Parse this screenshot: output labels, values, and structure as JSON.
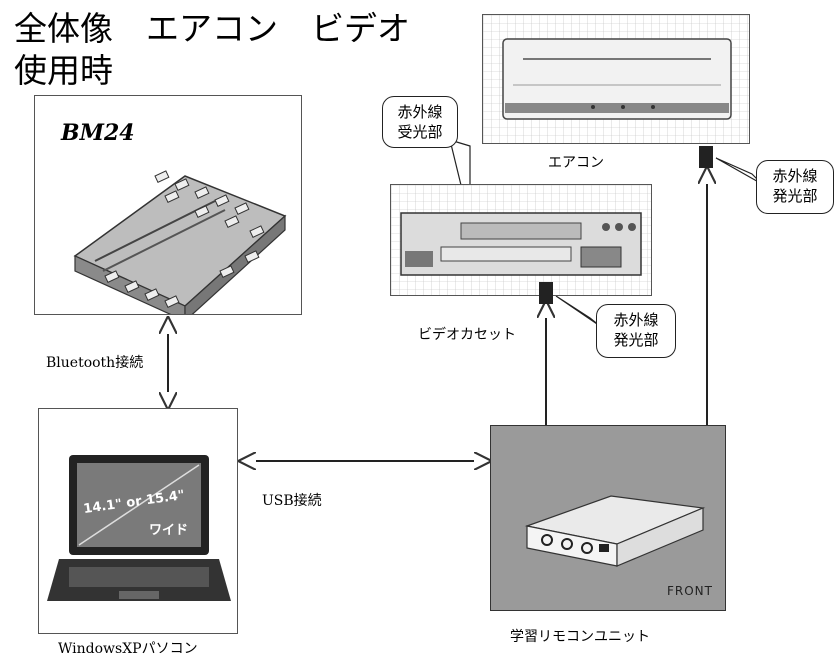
{
  "title": {
    "line1": "全体像　エアコン　ビデオ",
    "line2": "使用時"
  },
  "devices": {
    "braille_display": {
      "model": "BM24"
    },
    "aircon": {
      "caption": "エアコン"
    },
    "vcr": {
      "caption": "ビデオカセット"
    },
    "pc": {
      "caption": "WindowsXPパソコン",
      "screen_text": "14.1\" or 15.4\"",
      "screen_sub": "ワイド"
    },
    "remote_unit": {
      "caption": "学習リモコンユニット",
      "panel_text": "FRONT"
    }
  },
  "connections": {
    "bluetooth": "Bluetooth接続",
    "usb": "USB接続"
  },
  "callouts": {
    "ir_receiver": {
      "line1": "赤外線",
      "line2": "受光部"
    },
    "ir_emitter_vcr": {
      "line1": "赤外線",
      "line2": "発光部"
    },
    "ir_emitter_aircon": {
      "line1": "赤外線",
      "line2": "発光部"
    }
  }
}
